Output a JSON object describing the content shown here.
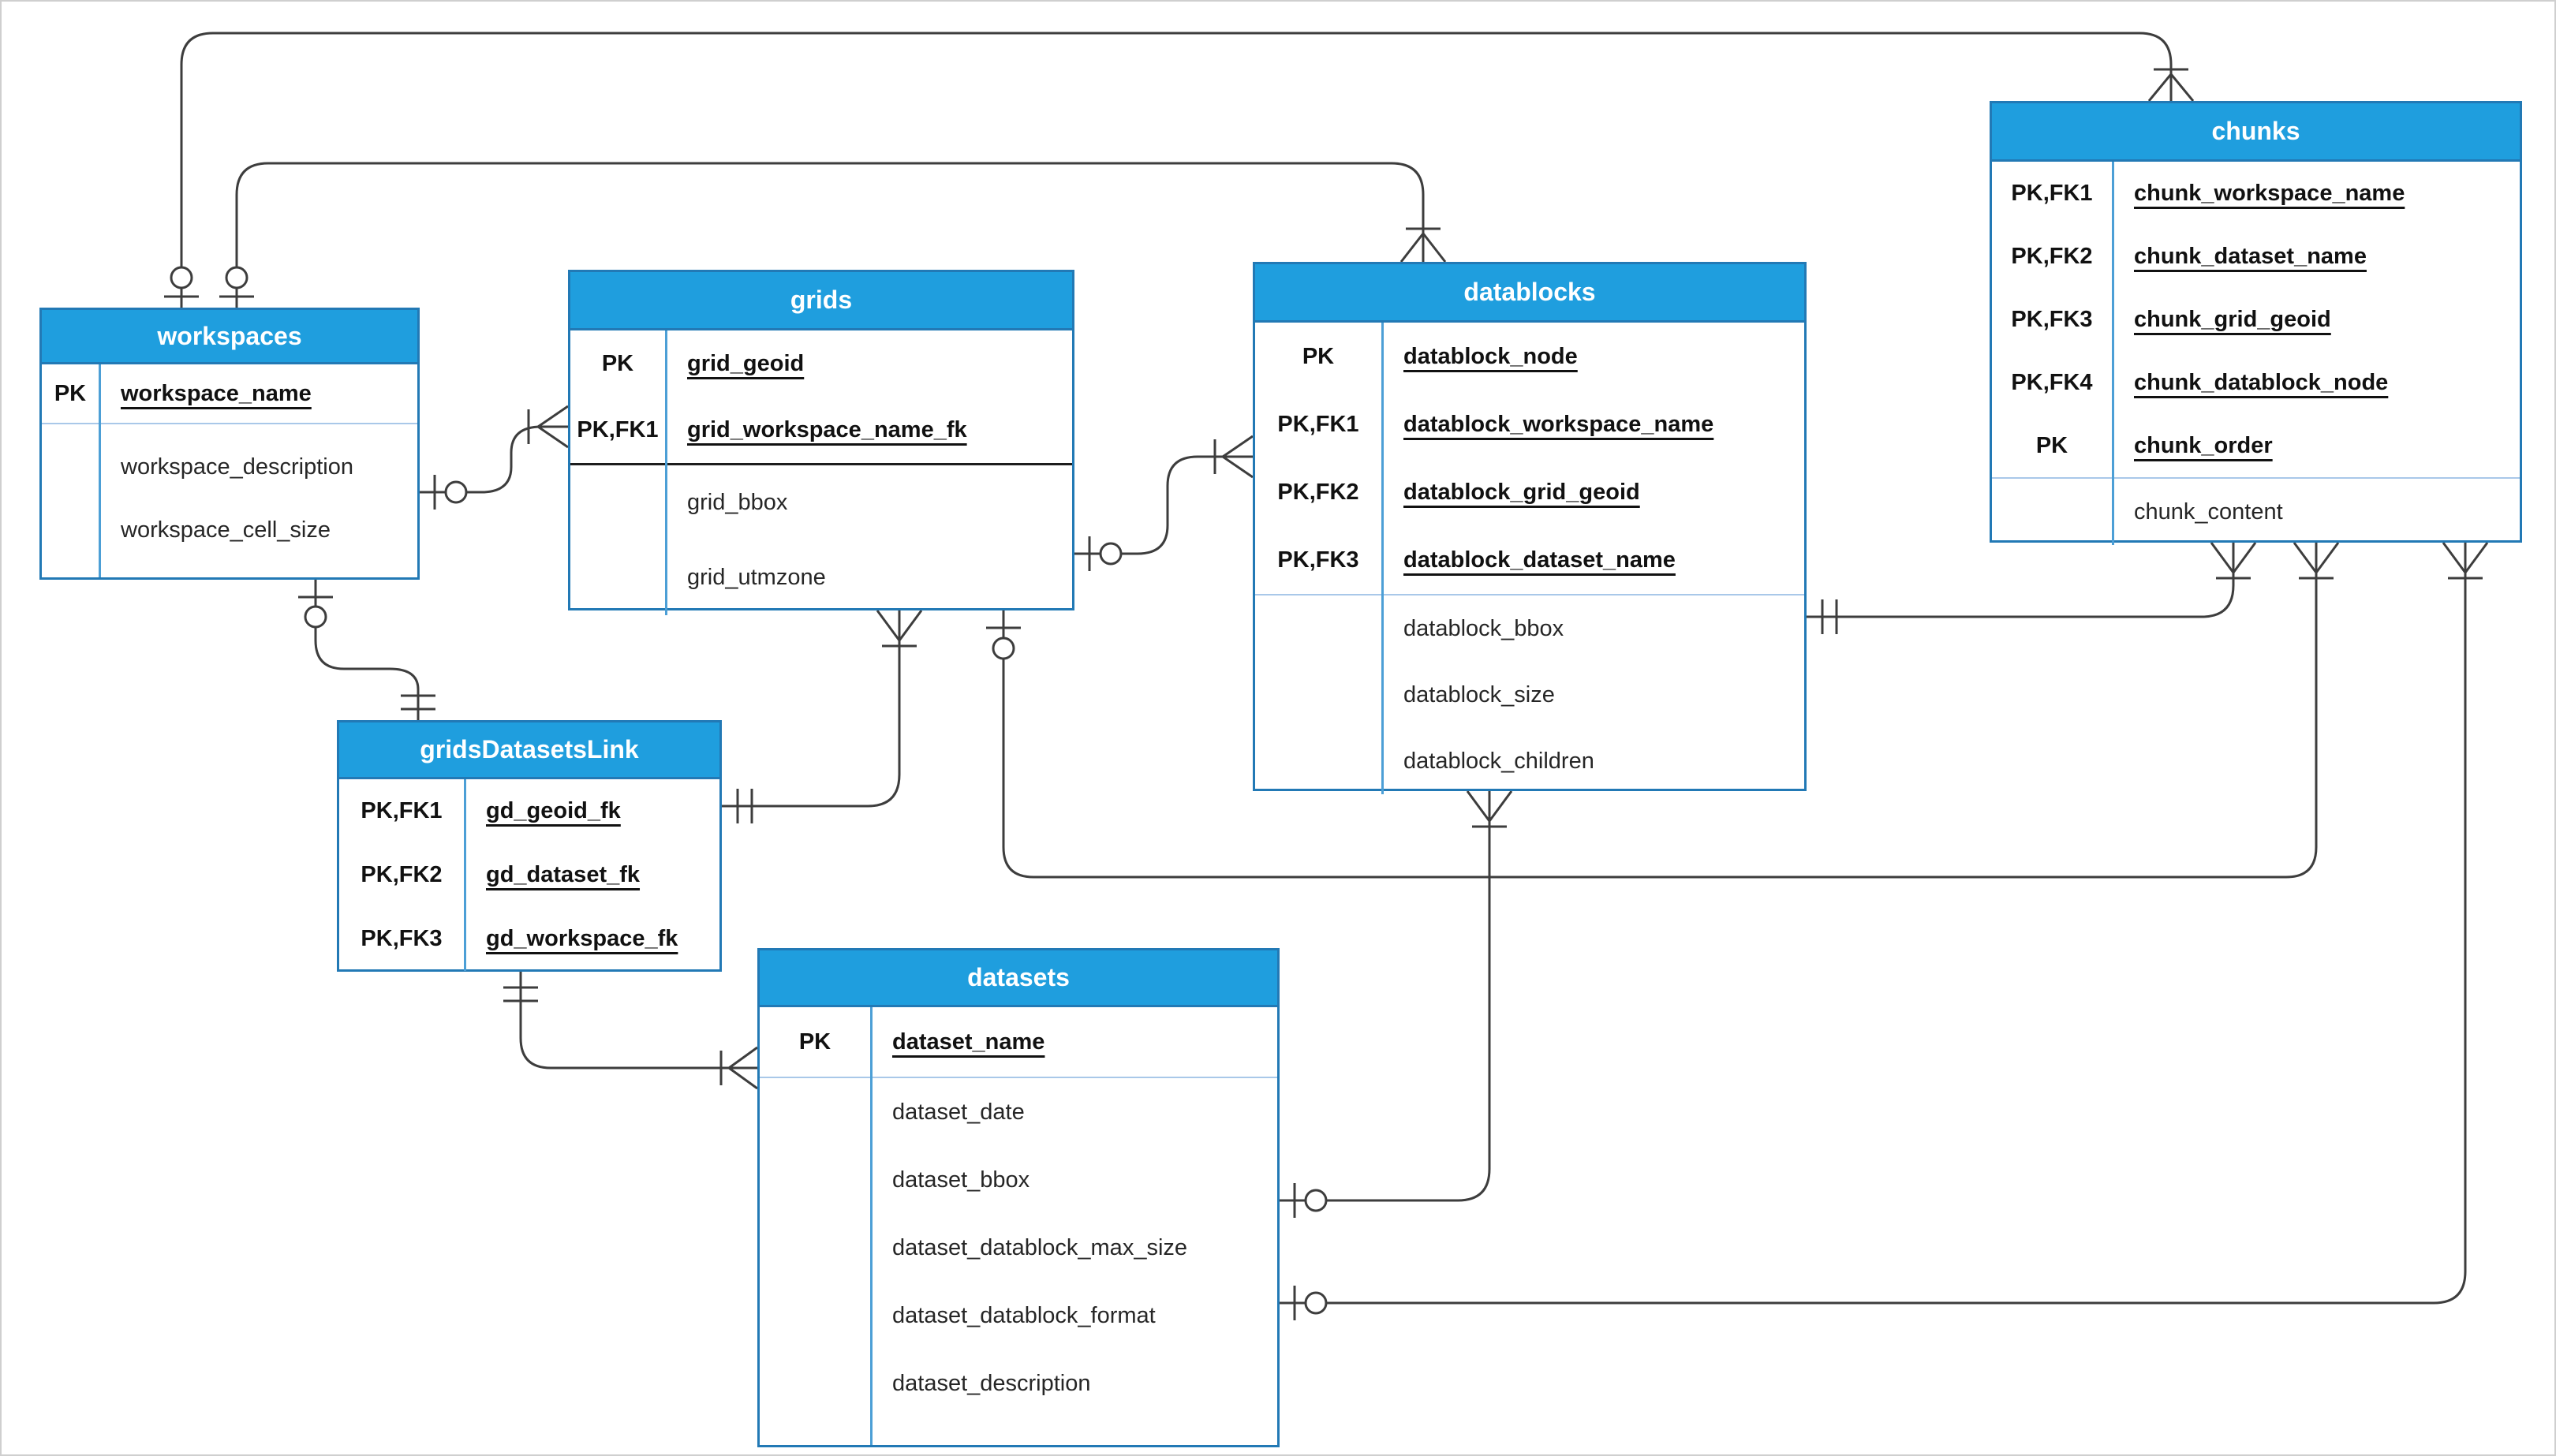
{
  "tables": {
    "workspaces": {
      "title": "workspaces",
      "keyed": [
        {
          "key": "PK",
          "field": "workspace_name"
        }
      ],
      "plain": [
        "workspace_description",
        "workspace_cell_size"
      ]
    },
    "grids": {
      "title": "grids",
      "keyed": [
        {
          "key": "PK",
          "field": "grid_geoid"
        },
        {
          "key": "PK,FK1",
          "field": "grid_workspace_name_fk"
        }
      ],
      "plain": [
        "grid_bbox",
        "grid_utmzone"
      ]
    },
    "gridsDatasetsLink": {
      "title": "gridsDatasetsLink",
      "keyed": [
        {
          "key": "PK,FK1",
          "field": "gd_geoid_fk"
        },
        {
          "key": "PK,FK2",
          "field": "gd_dataset_fk"
        },
        {
          "key": "PK,FK3",
          "field": "gd_workspace_fk"
        }
      ],
      "plain": []
    },
    "datablocks": {
      "title": "datablocks",
      "keyed": [
        {
          "key": "PK",
          "field": "datablock_node"
        },
        {
          "key": "PK,FK1",
          "field": "datablock_workspace_name"
        },
        {
          "key": "PK,FK2",
          "field": "datablock_grid_geoid"
        },
        {
          "key": "PK,FK3",
          "field": "datablock_dataset_name"
        }
      ],
      "plain": [
        "datablock_bbox",
        "datablock_size",
        "datablock_children"
      ]
    },
    "datasets": {
      "title": "datasets",
      "keyed": [
        {
          "key": "PK",
          "field": "dataset_name"
        }
      ],
      "plain": [
        "dataset_date",
        "dataset_bbox",
        "dataset_datablock_max_size",
        "dataset_datablock_format",
        "dataset_description"
      ]
    },
    "chunks": {
      "title": "chunks",
      "keyed": [
        {
          "key": "PK,FK1",
          "field": "chunk_workspace_name"
        },
        {
          "key": "PK,FK2",
          "field": "chunk_dataset_name"
        },
        {
          "key": "PK,FK3",
          "field": "chunk_grid_geoid"
        },
        {
          "key": "PK,FK4",
          "field": "chunk_datablock_node"
        },
        {
          "key": "PK",
          "field": "chunk_order"
        }
      ],
      "plain": [
        "chunk_content"
      ]
    }
  },
  "relationships": [
    {
      "from": "workspaces",
      "to": "chunks",
      "from_cardinality": "zero-or-one",
      "to_cardinality": "one-or-many"
    },
    {
      "from": "workspaces",
      "to": "datablocks",
      "from_cardinality": "zero-or-one",
      "to_cardinality": "one-or-many"
    },
    {
      "from": "workspaces",
      "to": "grids",
      "from_cardinality": "zero-or-one",
      "to_cardinality": "one-or-many"
    },
    {
      "from": "workspaces",
      "to": "gridsDatasetsLink",
      "from_cardinality": "zero-or-one",
      "to_cardinality": "exactly-one"
    },
    {
      "from": "gridsDatasetsLink",
      "to": "grids",
      "from_cardinality": "exactly-one",
      "to_cardinality": "one-or-many"
    },
    {
      "from": "gridsDatasetsLink",
      "to": "datasets",
      "from_cardinality": "exactly-one",
      "to_cardinality": "one-or-many"
    },
    {
      "from": "datasets",
      "to": "datablocks",
      "from_cardinality": "zero-or-one",
      "to_cardinality": "one-or-many"
    },
    {
      "from": "datasets",
      "to": "chunks",
      "from_cardinality": "zero-or-one",
      "to_cardinality": "one-or-many"
    },
    {
      "from": "datablocks",
      "to": "chunks",
      "from_cardinality": "exactly-one",
      "to_cardinality": "one-or-many"
    },
    {
      "from": "grids",
      "to": "datablocks",
      "from_cardinality": "zero-or-one",
      "to_cardinality": "one-or-many"
    },
    {
      "from": "grids",
      "to": "chunks",
      "from_cardinality": "zero-or-one",
      "to_cardinality": "one-or-many"
    }
  ],
  "colors": {
    "header_bg": "#1f9ede",
    "header_text": "#ffffff",
    "table_border": "#2279b5",
    "section_divider": "#a9c8e9",
    "grids_section_divider": "#1d1d1d",
    "connector_line": "#3d3d3d",
    "field_text": "#262626"
  }
}
